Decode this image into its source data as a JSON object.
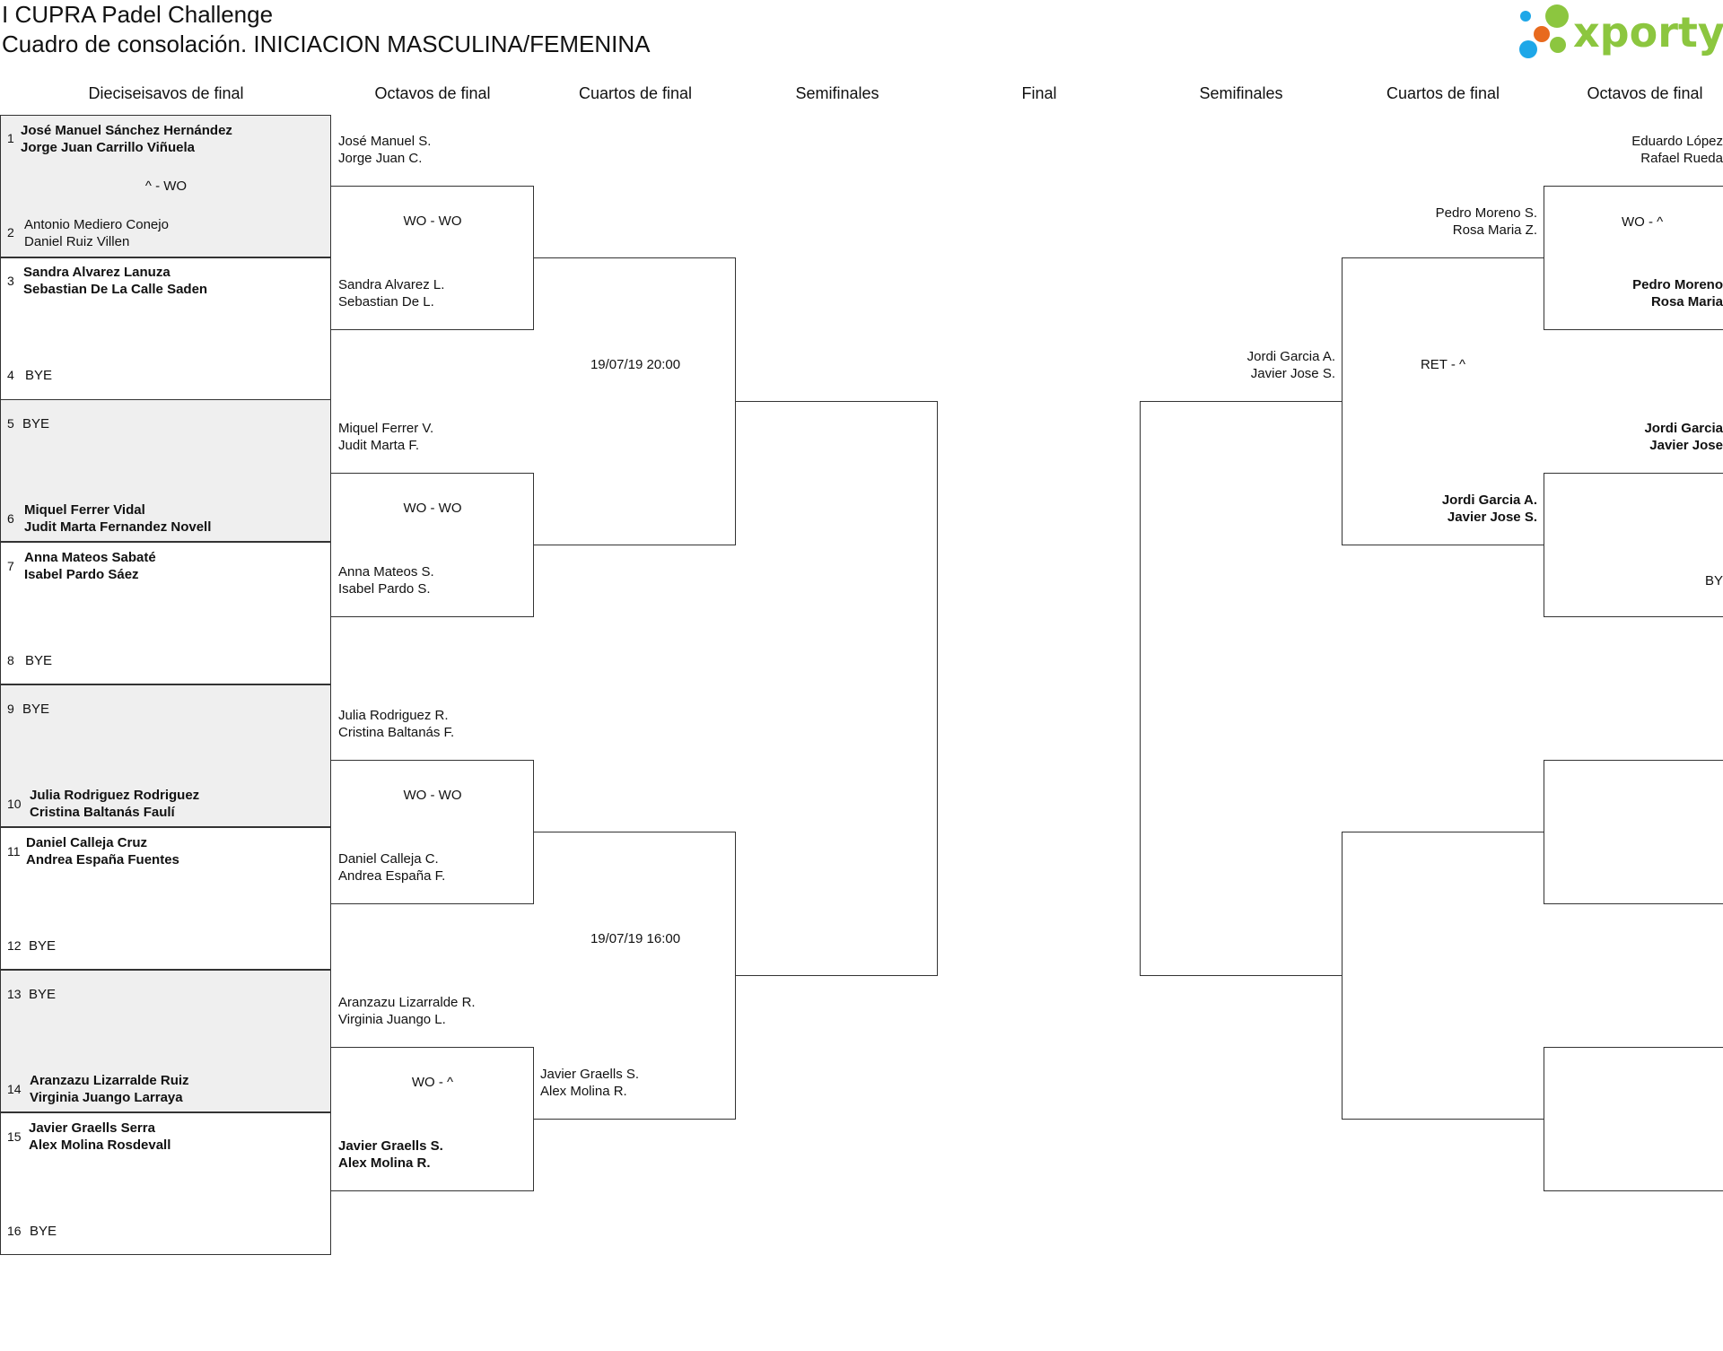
{
  "tournament": {
    "title": "I CUPRA Padel Challenge",
    "subtitle": "Cuadro de consolación. INICIACION MASCULINA/FEMENINA",
    "logo_text": "xporty",
    "logo_colors": [
      "#1ea7e8",
      "#e86a1e",
      "#8cc63f",
      "#8cc63f"
    ]
  },
  "rounds": {
    "r32": "Dieciseisavos de final",
    "r16": "Octavos de final",
    "qf": "Cuartos de final",
    "sf": "Semifinales",
    "final": "Final",
    "sf_right": "Semifinales",
    "qf_right": "Cuartos de final",
    "r16_right": "Octavos de final"
  },
  "r32": [
    {
      "seed": "1",
      "line1": "José Manuel Sánchez Hernández",
      "line2": "Jorge Juan Carrillo Viñuela"
    },
    {
      "seed": "2",
      "line1": "Antonio Mediero Conejo",
      "line2": "Daniel Ruiz Villen"
    },
    {
      "seed": "3",
      "line1": "Sandra Alvarez Lanuza",
      "line2": "Sebastian De La Calle Saden"
    },
    {
      "seed": "4",
      "line1": "BYE",
      "line2": ""
    },
    {
      "seed": "5",
      "line1": "BYE",
      "line2": ""
    },
    {
      "seed": "6",
      "line1": "Miquel Ferrer Vidal",
      "line2": "Judit Marta Fernandez Novell"
    },
    {
      "seed": "7",
      "line1": "Anna Mateos Sabaté",
      "line2": "Isabel Pardo Sáez"
    },
    {
      "seed": "8",
      "line1": "BYE",
      "line2": ""
    },
    {
      "seed": "9",
      "line1": "BYE",
      "line2": ""
    },
    {
      "seed": "10",
      "line1": "Julia Rodriguez Rodriguez",
      "line2": "Cristina Baltanás Faulí"
    },
    {
      "seed": "11",
      "line1": "Daniel Calleja Cruz",
      "line2": "Andrea España Fuentes"
    },
    {
      "seed": "12",
      "line1": "BYE",
      "line2": ""
    },
    {
      "seed": "13",
      "line1": "BYE",
      "line2": ""
    },
    {
      "seed": "14",
      "line1": "Aranzazu Lizarralde Ruiz",
      "line2": "Virginia Juango Larraya"
    },
    {
      "seed": "15",
      "line1": "Javier Graells Serra",
      "line2": "Alex Molina Rosdevall"
    },
    {
      "seed": "16",
      "line1": "BYE",
      "line2": ""
    }
  ],
  "r32_scores": [
    "^ - WO"
  ],
  "r16_left": [
    {
      "line1": "José Manuel S.",
      "line2": "Jorge Juan C."
    },
    {
      "line1": "Sandra Alvarez L.",
      "line2": "Sebastian De L."
    },
    {
      "line1": "Miquel Ferrer V.",
      "line2": "Judit Marta F."
    },
    {
      "line1": "Anna Mateos S.",
      "line2": "Isabel Pardo S."
    },
    {
      "line1": "Julia Rodriguez R.",
      "line2": "Cristina Baltanás F."
    },
    {
      "line1": "Daniel Calleja C.",
      "line2": "Andrea España F."
    },
    {
      "line1": "Aranzazu Lizarralde R.",
      "line2": "Virginia Juango L."
    },
    {
      "line1": "Javier Graells S.",
      "line2": "Alex Molina R."
    }
  ],
  "r16_scores": [
    "WO - WO",
    "WO - WO",
    "WO - WO",
    "WO - ^"
  ],
  "qf_left": {
    "dates": [
      "19/07/19 20:00",
      "19/07/19 16:00"
    ],
    "bottom_pair": {
      "line1": "Javier Graells S.",
      "line2": "Alex Molina R."
    }
  },
  "right_side": {
    "r16_top": {
      "line1": "Eduardo López",
      "line2": "Rafael Rueda"
    },
    "r16_score1": "WO - ^",
    "r16_pair2": {
      "line1": "Pedro Moreno",
      "line2": "Rosa Maria"
    },
    "r16_pair3": {
      "line1": "Jordi Garcia",
      "line2": "Javier Jose"
    },
    "r16_bye": "BY",
    "qf_pair1": {
      "line1": "Pedro Moreno S.",
      "line2": "Rosa Maria Z."
    },
    "qf_score": "RET - ^",
    "qf_pair2": {
      "line1": "Jordi Garcia A.",
      "line2": "Javier Jose S."
    },
    "sf_pair": {
      "line1": "Jordi Garcia A.",
      "line2": "Javier Jose S."
    }
  }
}
